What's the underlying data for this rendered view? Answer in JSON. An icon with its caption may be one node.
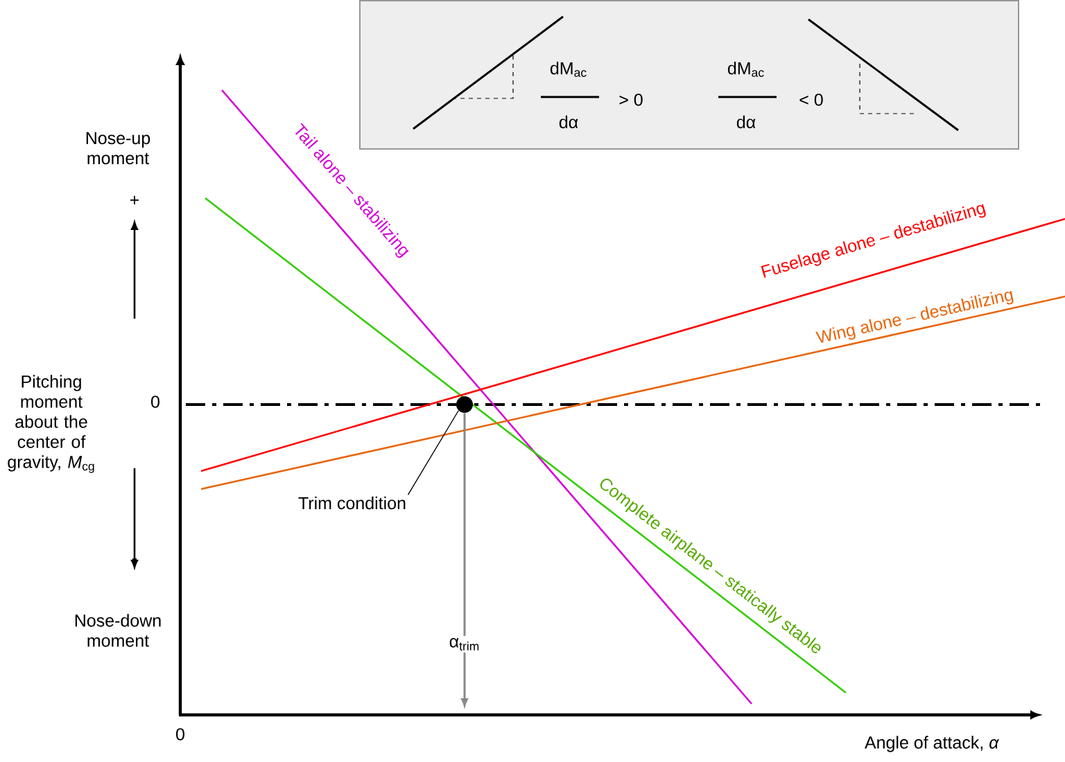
{
  "diagram": {
    "nodes": [
      {
        "text": [
          "dM$_{ac}$",
          "dα",
          "> 0",
          "dM$_{ac}$",
          "dα",
          "< 0"
        ]
      },
      {
        "text": [
          "Trim condition"
        ]
      },
      {
        "text": [],
        "shape": "circle"
      }
    ],
    "edges": [
      {
        "from": 1,
        "to": 2,
        "arrow": "none"
      },
      {
        "from": 2,
        "to": null,
        "arrow": "to",
        "label": "α$_{trim}$",
        "color": "#888888"
      }
    ],
    "labels": [
      "Nose-up moment",
      "+",
      "Pitching moment about the center of gravity, *M*$_{cg}$",
      "0",
      "-",
      "Nose-down moment",
      "0",
      "Angle of attack, *α*",
      "Tail alone – stabilizing",
      "Fuselage alone – destabilizing",
      "Wing alone – destabilizing",
      "Complete airplane – statically stable"
    ]
  }
}
